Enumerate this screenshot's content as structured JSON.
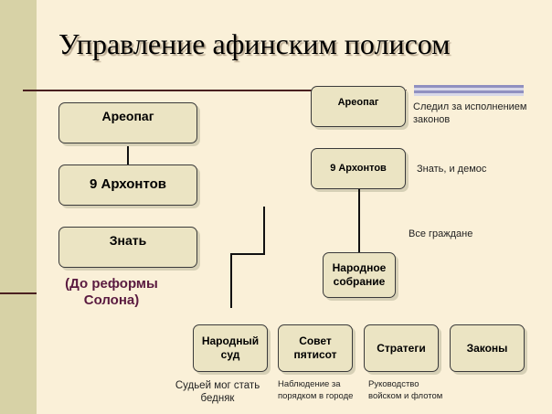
{
  "title": "Управление афинским полисом",
  "left_chart": {
    "boxes": [
      "Ареопаг",
      "9 Архонтов",
      "Знать"
    ],
    "caption_line1": "(До реформы",
    "caption_line2": "Солона)"
  },
  "right_chart": {
    "areopag": "Ареопаг",
    "areopag_note_line1": "Следил за исполнением",
    "areopag_note_line2": "законов",
    "archons": "9 Архонтов",
    "archons_note": "Знать, и демос",
    "citizens_note": "Все граждане",
    "assembly_line1": "Народное",
    "assembly_line2": "собрание"
  },
  "bottom_row": [
    {
      "line1": "Народный",
      "line2": "суд",
      "note_line1": "Судьей мог стать",
      "note_line2": "бедняк"
    },
    {
      "line1": "Совет",
      "line2": "пятисот",
      "note_line1": "Наблюдение за",
      "note_line2": "порядком в городе"
    },
    {
      "line1": "Стратеги",
      "line2": "",
      "note_line1": "Руководство",
      "note_line2": "войском и флотом"
    },
    {
      "line1": "Законы",
      "line2": "",
      "note_line1": "",
      "note_line2": ""
    }
  ]
}
